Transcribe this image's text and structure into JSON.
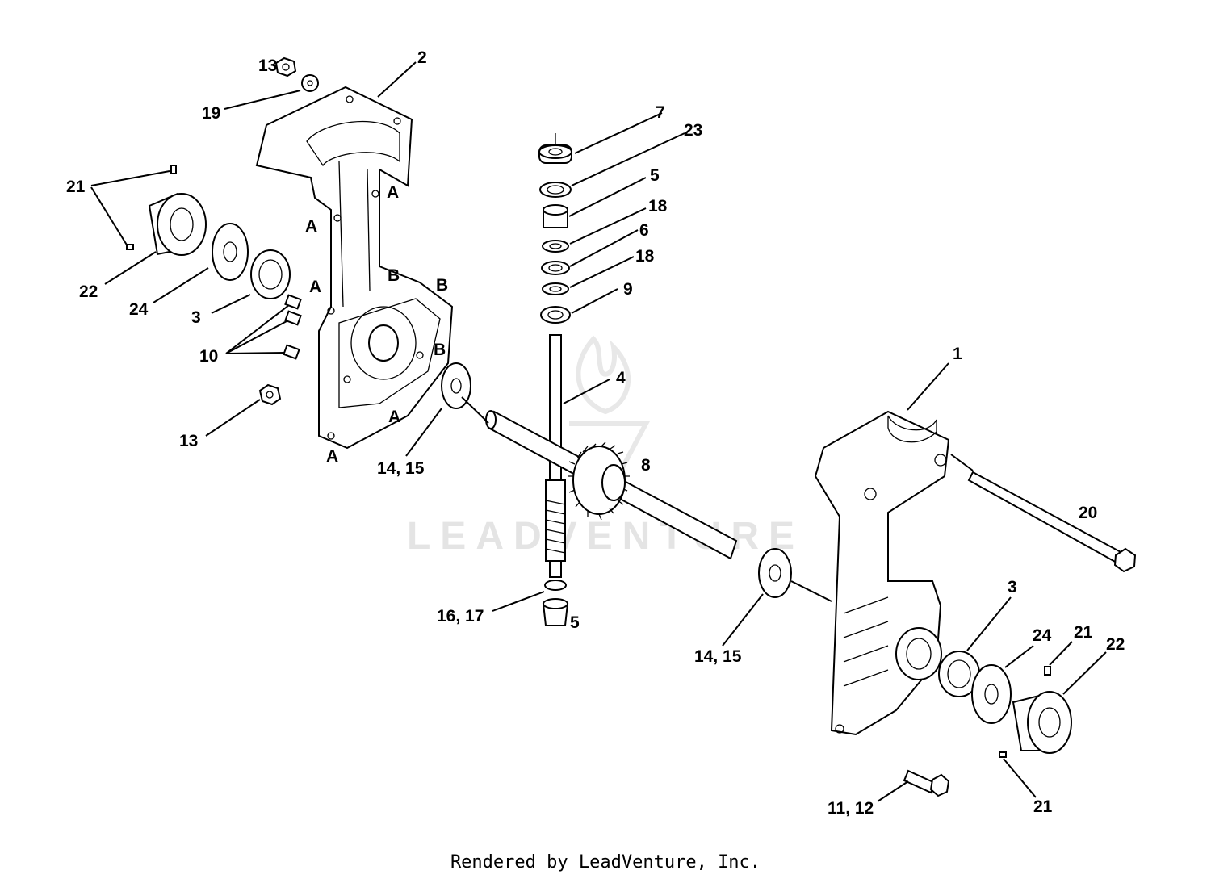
{
  "watermark": "LEADVENTURE",
  "footer": "Rendered by LeadVenture, Inc.",
  "callouts": [
    {
      "id": "13-top",
      "text": "13"
    },
    {
      "id": "2",
      "text": "2"
    },
    {
      "id": "19",
      "text": "19"
    },
    {
      "id": "21-left",
      "text": "21"
    },
    {
      "id": "22-left",
      "text": "22"
    },
    {
      "id": "24-left",
      "text": "24"
    },
    {
      "id": "3-left",
      "text": "3"
    },
    {
      "id": "10",
      "text": "10"
    },
    {
      "id": "13-bottom",
      "text": "13"
    },
    {
      "id": "7",
      "text": "7"
    },
    {
      "id": "23",
      "text": "23"
    },
    {
      "id": "5-top",
      "text": "5"
    },
    {
      "id": "18-a",
      "text": "18"
    },
    {
      "id": "6",
      "text": "6"
    },
    {
      "id": "18-b",
      "text": "18"
    },
    {
      "id": "9",
      "text": "9"
    },
    {
      "id": "4",
      "text": "4"
    },
    {
      "id": "14-15-left",
      "text": "14, 15"
    },
    {
      "id": "8",
      "text": "8"
    },
    {
      "id": "16-17",
      "text": "16, 17"
    },
    {
      "id": "5-bottom",
      "text": "5"
    },
    {
      "id": "1",
      "text": "1"
    },
    {
      "id": "20",
      "text": "20"
    },
    {
      "id": "14-15-right",
      "text": "14, 15"
    },
    {
      "id": "3-right",
      "text": "3"
    },
    {
      "id": "24-right",
      "text": "24"
    },
    {
      "id": "21-right-top",
      "text": "21"
    },
    {
      "id": "22-right",
      "text": "22"
    },
    {
      "id": "11-12",
      "text": "11, 12"
    },
    {
      "id": "21-right-bottom",
      "text": "21"
    }
  ],
  "letters": [
    "A",
    "A",
    "A",
    "B",
    "B",
    "B",
    "A",
    "A"
  ]
}
